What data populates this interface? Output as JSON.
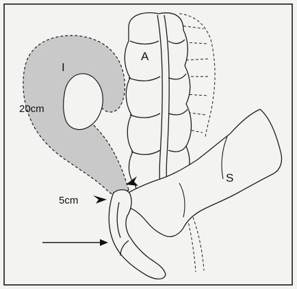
{
  "labels": {
    "ileum_loop": "I",
    "ascending_colon": "A",
    "sigmoid": "S",
    "loop_length": "20cm",
    "segment_length": "5cm"
  },
  "colors": {
    "background": "#f3f3f2",
    "line": "#1a1a1a",
    "shaded_loop": "#c9c9c9"
  }
}
